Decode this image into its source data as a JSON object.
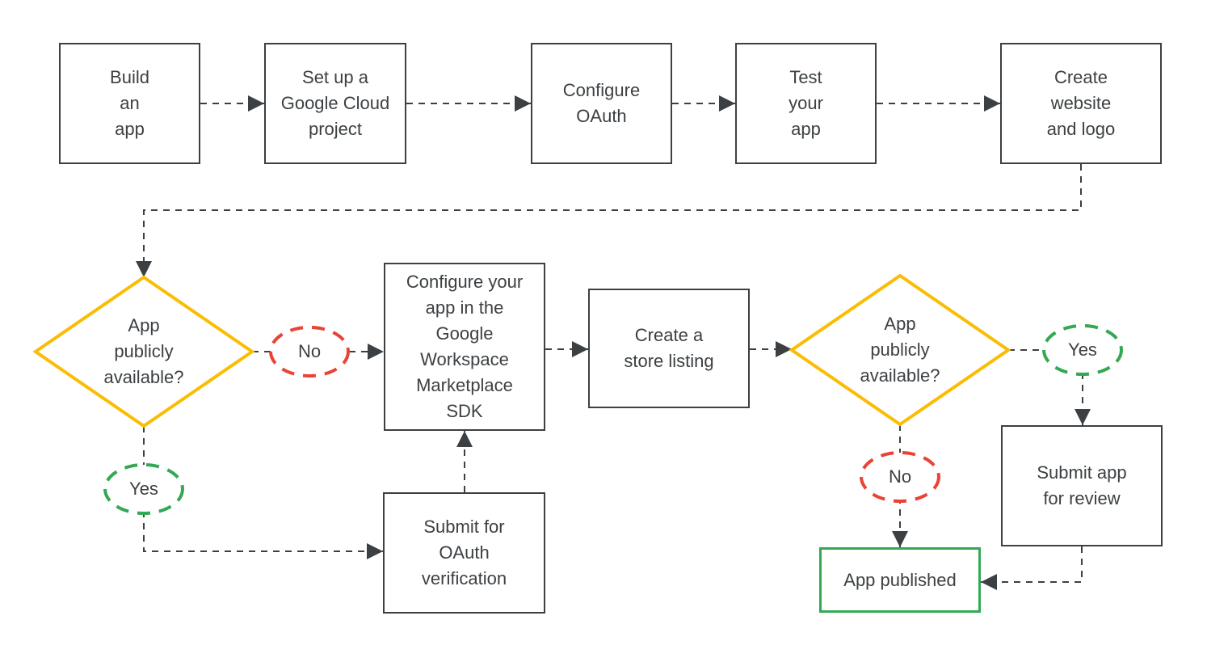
{
  "diagram": {
    "colors": {
      "outline": "#3C4043",
      "connector": "#3C4043",
      "text": "#3C4043",
      "decision_yellow": "#FBBC04",
      "no_red": "#EA4335",
      "yes_green": "#34A853"
    },
    "nodes": {
      "build_app": {
        "label": "Build\nan\napp"
      },
      "setup_project": {
        "label": "Set up a\nGoogle Cloud\nproject"
      },
      "configure_oauth": {
        "label": "Configure\nOAuth"
      },
      "test_app": {
        "label": "Test\nyour\napp"
      },
      "create_website": {
        "label": "Create\nwebsite\nand logo"
      },
      "decision_left": {
        "label": "App\npublicly\navailable?"
      },
      "configure_sdk": {
        "label": "Configure your\napp in the\nGoogle\nWorkspace\nMarketplace\nSDK"
      },
      "store_listing": {
        "label": "Create a\nstore listing"
      },
      "decision_right": {
        "label": "App\npublicly\navailable?"
      },
      "oauth_verification": {
        "label": "Submit for\nOAuth\nverification"
      },
      "submit_review": {
        "label": "Submit app\nfor review"
      },
      "app_published": {
        "label": "App published"
      }
    },
    "badges": {
      "no_left": {
        "label": "No"
      },
      "yes_left": {
        "label": "Yes"
      },
      "yes_right": {
        "label": "Yes"
      },
      "no_right": {
        "label": "No"
      }
    }
  }
}
